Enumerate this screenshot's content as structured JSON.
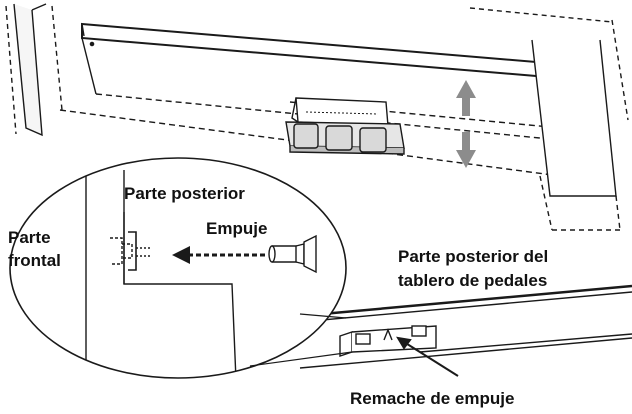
{
  "labels": {
    "rear_side": "Parte posterior",
    "push": "Empuje",
    "front_line1": "Parte",
    "front_line2": "frontal",
    "board_rear_line1": "Parte posterior del",
    "board_rear_line2": "tablero de pedales",
    "push_rivet": "Remache de empuje"
  },
  "colors": {
    "line": "#1a1a1a",
    "arrow_gray": "#8c8c8c",
    "background": "#ffffff"
  },
  "icons": {
    "move_arrows": "up-down-arrow-icon",
    "insert_direction": "left-arrow-icon"
  }
}
